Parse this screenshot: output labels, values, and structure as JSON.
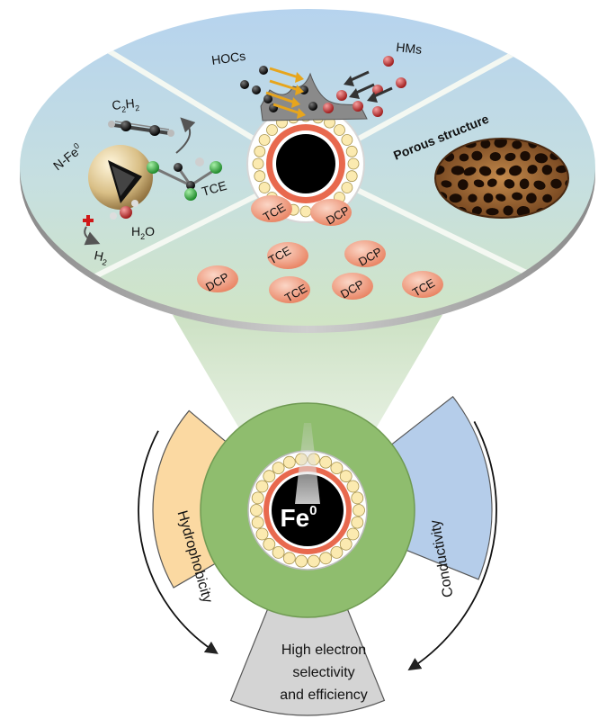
{
  "top_disc": {
    "hocs_label": "HOCs",
    "hms_label": "HMs",
    "nfe_label": "N-Fe",
    "nfe_sup": "0",
    "c2h2": {
      "c": "C",
      "s1": "2",
      "h": "H",
      "s2": "2"
    },
    "tce_label": "TCE",
    "h2o": {
      "h": "H",
      "s": "2",
      "o": "O"
    },
    "h2": {
      "h": "H",
      "s": "2"
    },
    "porous_label": "Porous structure",
    "tce_ball": "TCE",
    "dcp_ball": "DCP"
  },
  "bottom": {
    "fe_label": "Fe",
    "fe_sup": "0",
    "left_label": "Hydrophobicity",
    "right_label": "Conductivity",
    "bottom_lines": [
      "High electron",
      "selectivity",
      "and efficiency"
    ]
  },
  "colors": {
    "disc_top": "#bcd7ee",
    "disc_bottom": "#cfe3c6",
    "green_ring": "#8fbd6e",
    "orange_ring": "#e8694e",
    "bead": "#fbeab0",
    "ball": "#f0a088",
    "left_band": "#fbd9a2",
    "right_band": "#b5cdea",
    "bottom_band": "#d4d4d4"
  }
}
